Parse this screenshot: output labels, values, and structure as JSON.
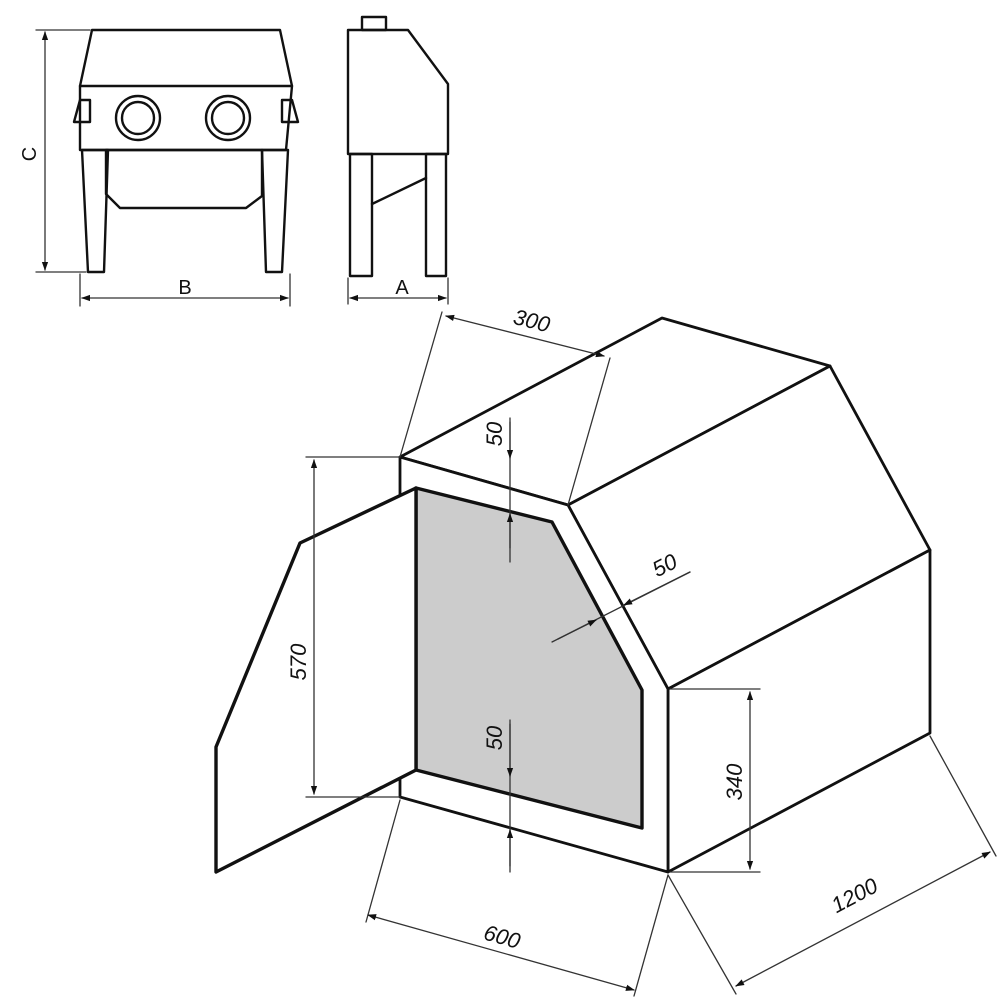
{
  "front_view": {
    "width_label": "B",
    "height_label": "C"
  },
  "side_view": {
    "depth_label": "A"
  },
  "isometric": {
    "dim_top_depth": "300",
    "dim_top_frame": "50",
    "dim_slant_frame": "50",
    "dim_bottom_frame": "50",
    "dim_opening_height": "570",
    "dim_side_height": "340",
    "dim_front_width": "600",
    "dim_length": "1200",
    "opening_fill": "#cccccc"
  }
}
